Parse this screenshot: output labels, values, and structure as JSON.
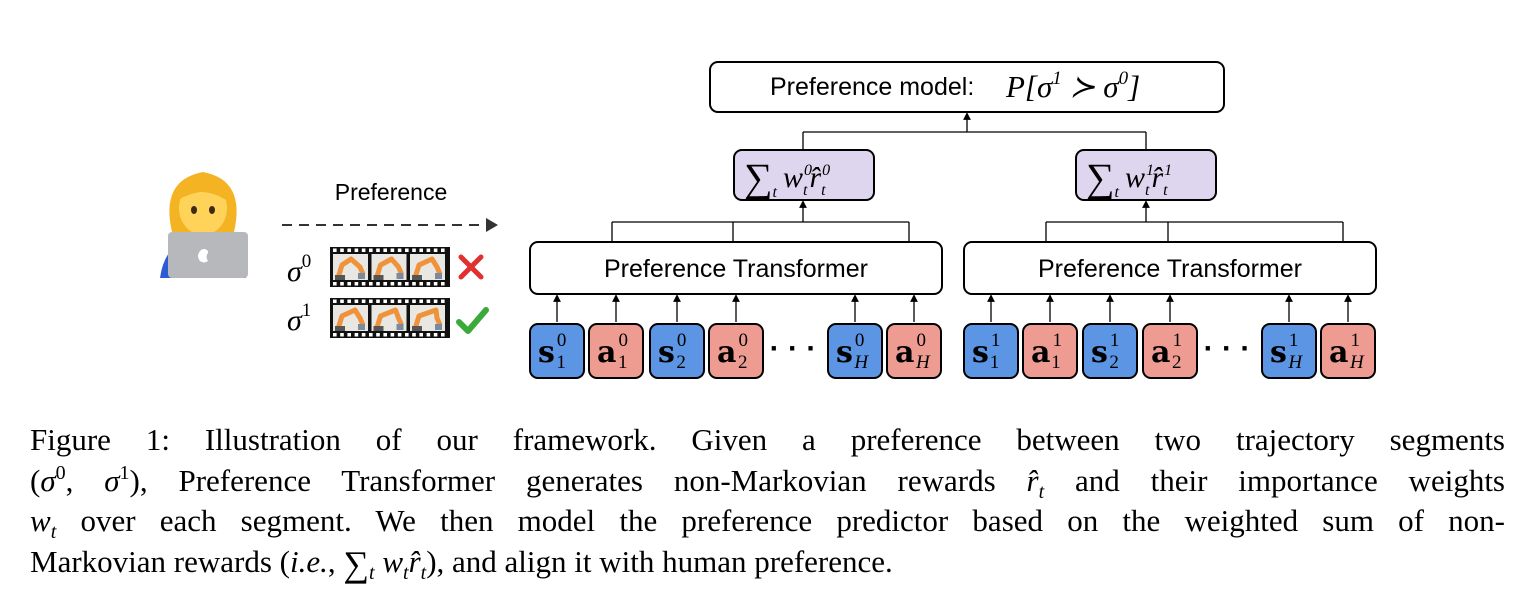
{
  "top_box": {
    "label": "Preference model:",
    "formula": "P[σ¹ ≻ σ⁰]"
  },
  "sum_boxes": [
    {
      "formula": "∑t wt⁰ r̂t⁰"
    },
    {
      "formula": "∑t wt¹ r̂t¹"
    }
  ],
  "transformers": [
    {
      "label": "Preference Transformer"
    },
    {
      "label": "Preference Transformer"
    }
  ],
  "preference_label": "Preference",
  "segments": [
    {
      "label": "σ⁰",
      "verdict": "cross"
    },
    {
      "label": "σ¹",
      "verdict": "check"
    }
  ],
  "token_groups": [
    {
      "superscript": "0",
      "tokens": [
        "s",
        "a",
        "s",
        "a",
        "s",
        "a"
      ],
      "subscripts": [
        "1",
        "1",
        "2",
        "2",
        "H",
        "H"
      ]
    },
    {
      "superscript": "1",
      "tokens": [
        "s",
        "a",
        "s",
        "a",
        "s",
        "a"
      ],
      "subscripts": [
        "1",
        "1",
        "2",
        "2",
        "H",
        "H"
      ]
    }
  ],
  "ellipsis": "· · ·",
  "colors": {
    "state": "#5b95e4",
    "action": "#ee9c92",
    "sum_fill": "#ddd6ee",
    "robot": "#f0923a",
    "check": "#3aaa3a",
    "cross": "#e03030"
  },
  "caption": {
    "lines": [
      "Figure 1: Illustration of our framework.  Given a preference between two trajectory segments",
      "(σ⁰, σ¹), Preference Transformer generates non-Markovian rewards r̂t and their importance weights",
      "wt over each segment. We then model the preference predictor based on the weighted sum of non-",
      "Markovian rewards (i.e., ∑t wt r̂t), and align it with human preference."
    ]
  }
}
